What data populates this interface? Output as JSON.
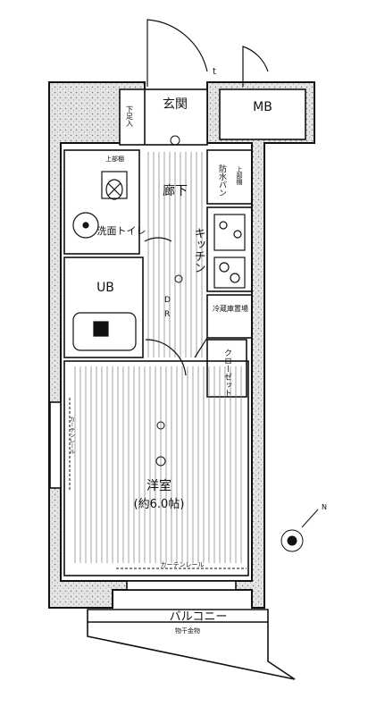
{
  "labels": {
    "entrance": "玄関",
    "mb": "MB",
    "shoe_storage": "下足入",
    "upper_shelf_toilet": "上部棚",
    "upper_shelf_right": "上部棚",
    "corridor": "廊下",
    "kitchen": "キッチン",
    "waterproof_pan": "防水パン",
    "washroom_toilet": "洗面トイレ",
    "ub": "UB",
    "fridge_space": "冷蔵庫置場",
    "closet": "クローゼット",
    "western_room": "洋室",
    "western_room_size": "(約6.0帖)",
    "balcony": "バルコニー",
    "laundry_hanger": "物干金物",
    "curtain_rail_bottom": "カーテンレール",
    "curtain_rail_left": "カーテンレール",
    "meter_t": "t",
    "d_mark": "D",
    "r_mark": "R",
    "north": "N"
  },
  "icons": [
    "toilet-icon",
    "washbasin-icon",
    "bathtub-icon",
    "stove-icon",
    "sink-icon",
    "compass-icon",
    "ceiling-light-icon"
  ],
  "colors": {
    "wall_fill": "#dcdcdc",
    "line": "#111111",
    "floor_line": "#555555"
  }
}
